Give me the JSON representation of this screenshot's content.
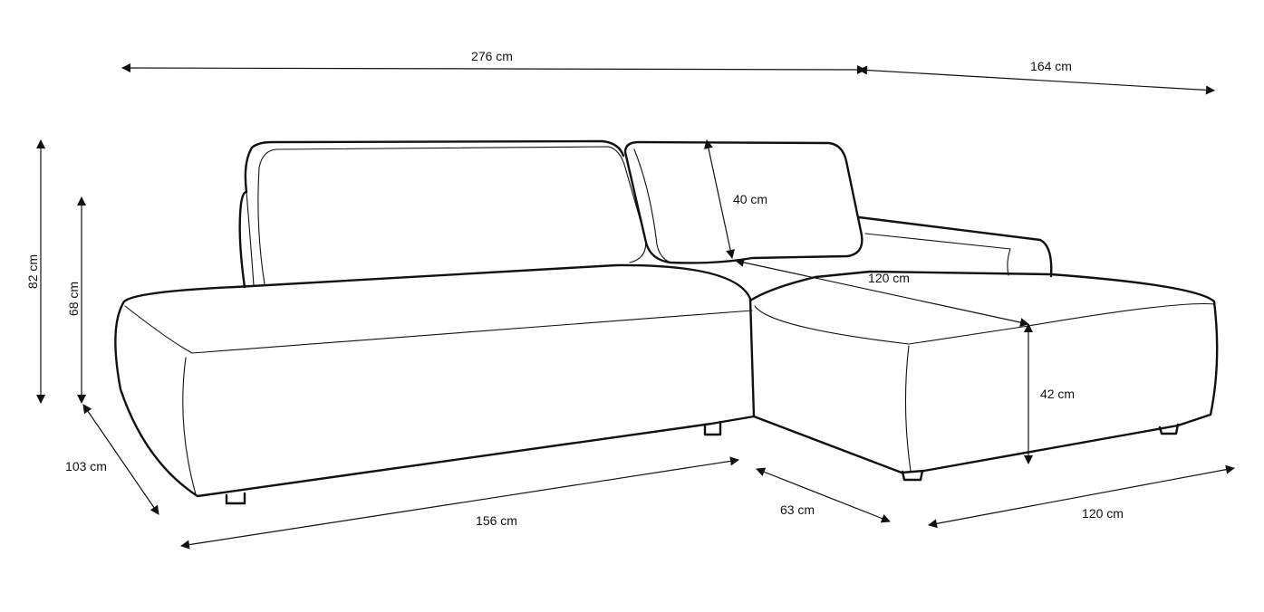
{
  "title": "Corner sofa dimensions",
  "dimensions": {
    "total_width": "276 cm",
    "chaise_length": "164 cm",
    "total_height": "82 cm",
    "backrest_height": "68 cm",
    "depth": "103 cm",
    "sofa_front_width": "156 cm",
    "seat_depth": "63 cm",
    "chaise_front_width": "120 cm",
    "seat_height": "42 cm",
    "cushion_height": "40 cm",
    "chaise_inner_length": "120 cm"
  }
}
